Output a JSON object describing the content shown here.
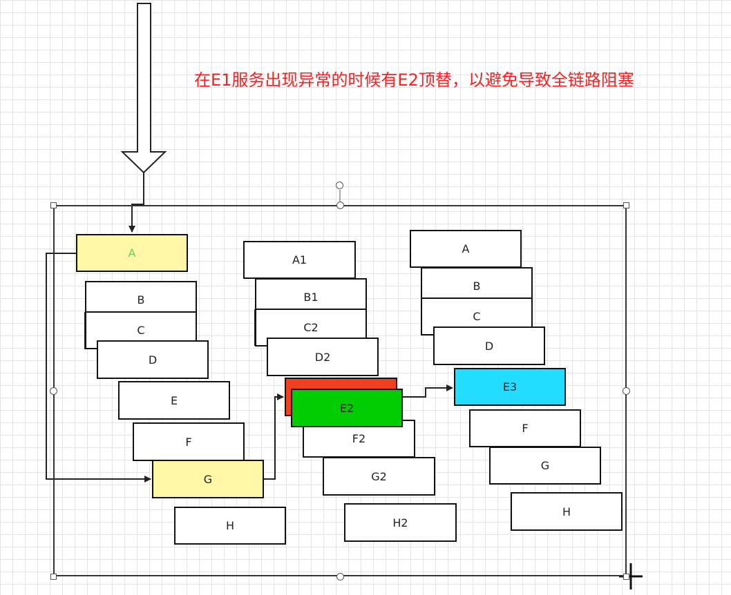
{
  "caption": "在E1服务出现异常的时候有E2顶替，以避免导致全链路阻塞",
  "colors": {
    "caption": "#ff1f1f",
    "yellow": "#fff6a6",
    "red": "#f04020",
    "green": "#00cc00",
    "cyan": "#22ddff",
    "label_a": "#66cc66"
  },
  "chain_left": {
    "a": "A",
    "b": "B",
    "c": "C",
    "d": "D",
    "e": "E",
    "f": "F",
    "g": "G",
    "h": "H"
  },
  "chain_middle": {
    "a1": "A1",
    "b1": "B1",
    "c2": "C2",
    "d2": "D2",
    "e1": "",
    "e2": "E2",
    "f2": "F2",
    "g2": "G2",
    "h2": "H2"
  },
  "chain_right": {
    "a": "A",
    "b": "B",
    "c": "C",
    "d": "D",
    "e3": "E3",
    "f": "F",
    "g": "G",
    "h": "H"
  }
}
